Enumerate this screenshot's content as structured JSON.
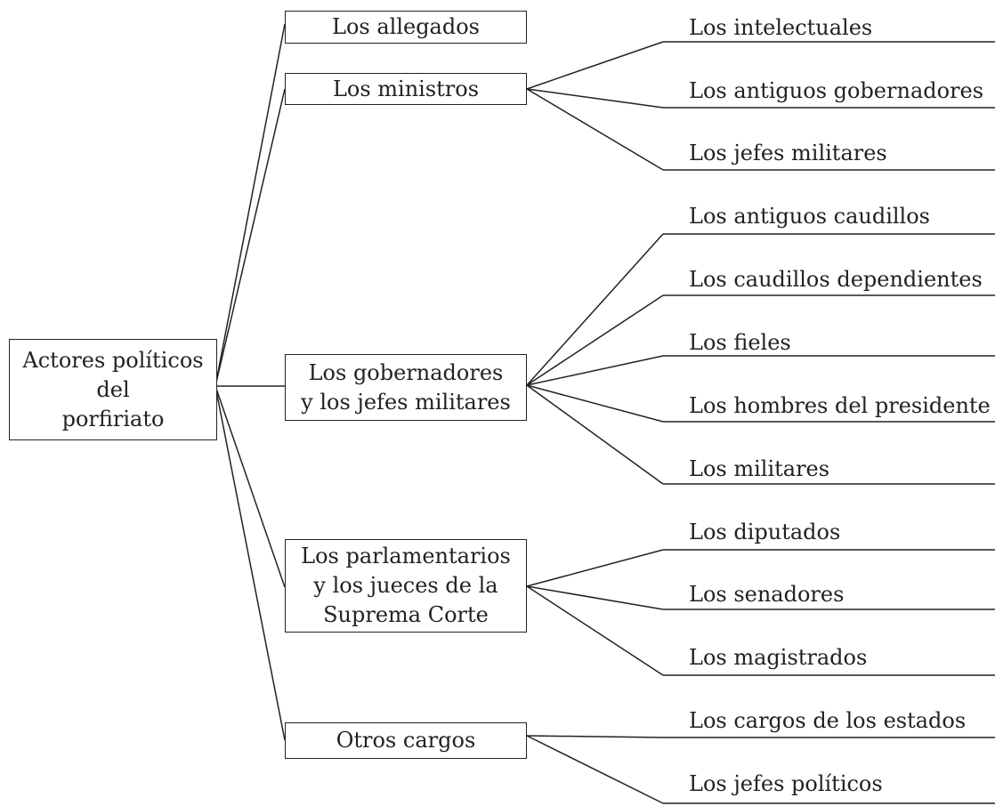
{
  "colors": {
    "line": "#222222",
    "background": "#ffffff"
  },
  "root": {
    "label": "Actores políticos\ndel\nporfiriato"
  },
  "categories": [
    {
      "label": "Los allegados",
      "children": []
    },
    {
      "label": "Los ministros",
      "children": [
        "Los intelectuales",
        "Los antiguos gobernadores",
        "Los jefes militares"
      ]
    },
    {
      "label": "Los gobernadores\ny los jefes militares",
      "children": [
        "Los antiguos caudillos",
        "Los caudillos dependientes",
        "Los fieles",
        "Los hombres del presidente",
        "Los militares"
      ]
    },
    {
      "label": "Los parlamentarios\ny los jueces de la\nSuprema Corte",
      "children": [
        "Los diputados",
        "Los senadores",
        "Los magistrados"
      ]
    },
    {
      "label": "Otros cargos",
      "children": [
        "Los cargos de los estados",
        "Los jefes políticos"
      ]
    }
  ]
}
